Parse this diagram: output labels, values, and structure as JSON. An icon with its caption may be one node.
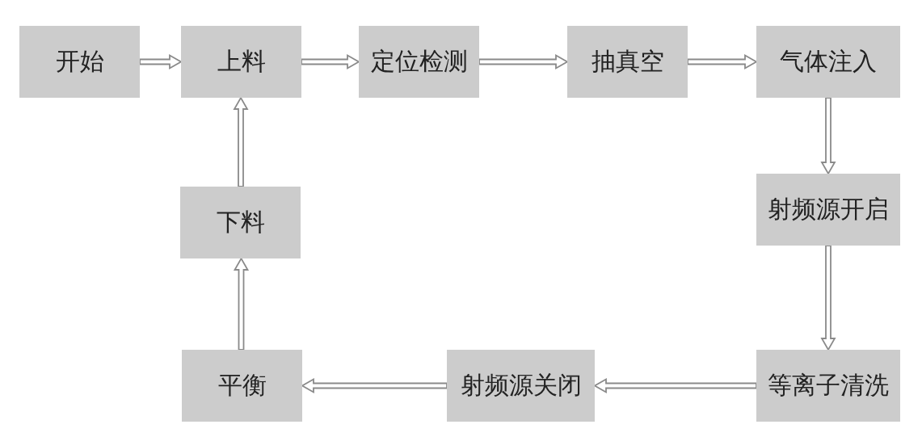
{
  "diagram": {
    "nodes": [
      {
        "text": [
          "开始"
        ]
      },
      {
        "text": [
          "上料"
        ]
      },
      {
        "text": [
          "定位检测"
        ]
      },
      {
        "text": [
          "抽真空"
        ]
      },
      {
        "text": [
          "气体注入"
        ]
      },
      {
        "text": [
          "射频源开启"
        ]
      },
      {
        "text": [
          "等离子清洗"
        ]
      },
      {
        "text": [
          "射频源关闭"
        ]
      },
      {
        "text": [
          "平衡"
        ]
      },
      {
        "text": [
          "下料"
        ]
      }
    ],
    "edges": [
      {
        "from": 0,
        "to": 1,
        "arrow": "to"
      },
      {
        "from": 1,
        "to": 2,
        "arrow": "to"
      },
      {
        "from": 2,
        "to": 3,
        "arrow": "to"
      },
      {
        "from": 3,
        "to": 4,
        "arrow": "to"
      },
      {
        "from": 4,
        "to": 5,
        "arrow": "to"
      },
      {
        "from": 5,
        "to": 6,
        "arrow": "to"
      },
      {
        "from": 6,
        "to": 7,
        "arrow": "to"
      },
      {
        "from": 7,
        "to": 8,
        "arrow": "to"
      },
      {
        "from": 8,
        "to": 9,
        "arrow": "to"
      },
      {
        "from": 9,
        "to": 1,
        "arrow": "to"
      }
    ]
  }
}
